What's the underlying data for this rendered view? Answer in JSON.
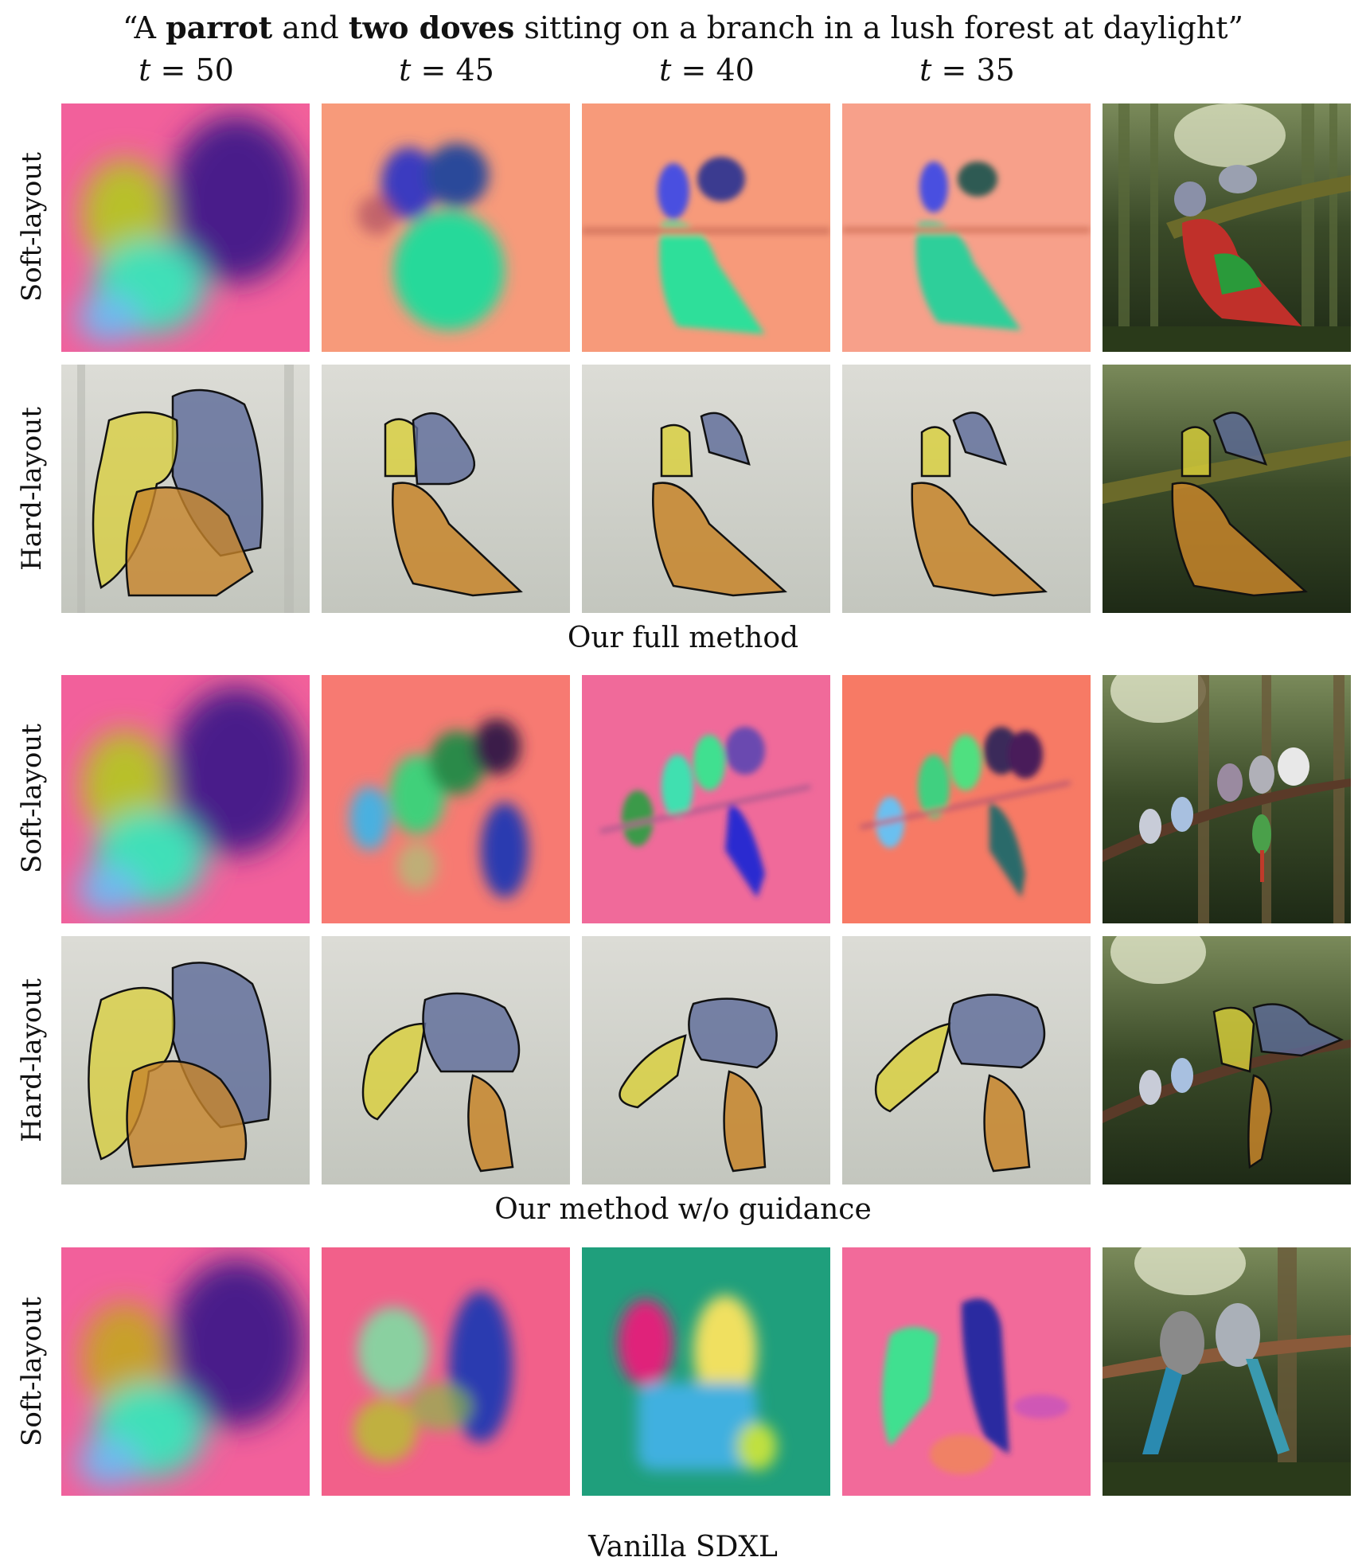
{
  "caption": {
    "open_quote": "“A ",
    "word1": "parrot",
    "mid": " and ",
    "word2": "two doves",
    "rest": " sitting on a branch in a lush forest at daylight”"
  },
  "timesteps": [
    {
      "var": "t",
      "eq": " = 50"
    },
    {
      "var": "t",
      "eq": " = 45"
    },
    {
      "var": "t",
      "eq": " = 40"
    },
    {
      "var": "t",
      "eq": " = 35"
    }
  ],
  "row_labels": {
    "soft": "Soft-layout",
    "hard": "Hard-layout"
  },
  "sections": {
    "full": "Our full method",
    "noguide": "Our method w/o guidance",
    "vanilla": "Vanilla SDXL"
  },
  "colors": {
    "soft_bg_pink": "#f2609b",
    "soft_bg_salmon": "#f79a7a",
    "soft_bg_teal": "#1f9f7c",
    "mask_yellow": "#d9cf3a",
    "mask_blue": "#5c6a99",
    "mask_orange": "#c7852a",
    "forest_grey": "#c9cbc4",
    "forest_dark": "#2f3a22"
  }
}
